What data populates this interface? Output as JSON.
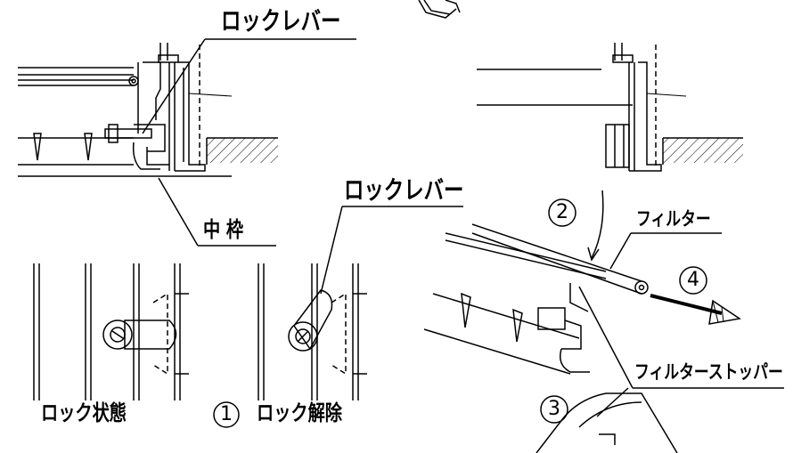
{
  "labels": {
    "lock_lever_top": "ロックレバー",
    "lock_lever_mid": "ロックレバー",
    "middle_frame": "中 枠",
    "filter": "フィルター",
    "filter_stopper": "フィルターストッパー",
    "lock_state": "ロック状態",
    "lock_release": "ロック解除"
  },
  "steps": {
    "step1": "1",
    "step2": "2",
    "step3": "3",
    "step4": "4"
  }
}
